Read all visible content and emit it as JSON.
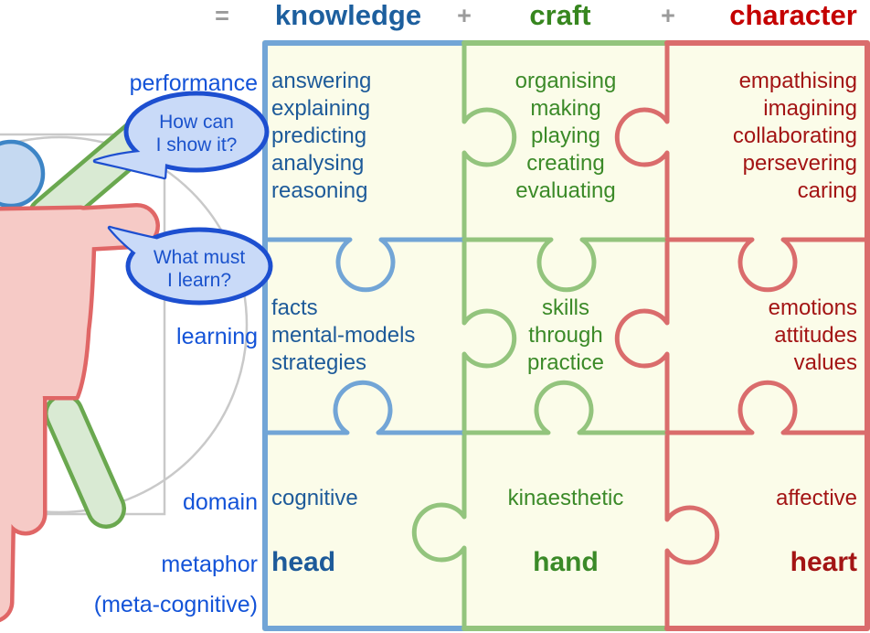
{
  "title": "knowledge + craft + character learning puzzle diagram",
  "colors": {
    "border_knowledge": "#72a5d6",
    "border_craft": "#93c47d",
    "border_character": "#da6c6c",
    "cell_background": "#fbfce9",
    "knowledge_text": "#1d5a99",
    "craft_text": "#3b8a28",
    "character_text": "#a31414",
    "character_header": "#c40000",
    "row_label_blue": "#1353d8",
    "operator_gray": "#9b9b9b"
  },
  "header": {
    "equals": "=",
    "knowledge": "knowledge",
    "plus1": "+",
    "craft": "craft",
    "plus2": "+",
    "character": "character"
  },
  "row_labels": {
    "performance": "performance",
    "learning": "learning",
    "domain": "domain",
    "metaphor": "metaphor",
    "meta_cognitive": "(meta-cognitive)"
  },
  "speech_bubbles": {
    "bubble1": {
      "line1": "How can",
      "line2": "I show it?"
    },
    "bubble2": {
      "line1": "What must",
      "line2": "I learn?"
    }
  },
  "icons": {
    "person_figure": "vitruvian-person-figure",
    "guide_circle": "proportion-circle",
    "guide_square": "proportion-square"
  },
  "puzzle": {
    "performance": {
      "knowledge": [
        "answering",
        "explaining",
        "predicting",
        "analysing",
        "reasoning"
      ],
      "craft": [
        "organising",
        "making",
        "playing",
        "creating",
        "evaluating"
      ],
      "character": [
        "empathising",
        "imagining",
        "collaborating",
        "persevering",
        "caring"
      ]
    },
    "learning": {
      "knowledge": [
        "facts",
        "mental-models",
        "strategies"
      ],
      "craft": [
        "skills",
        "through",
        "practice"
      ],
      "character": [
        "emotions",
        "attitudes",
        "values"
      ]
    },
    "domain": {
      "knowledge": "cognitive",
      "craft": "kinaesthetic",
      "character": "affective"
    },
    "metaphor": {
      "knowledge": "head",
      "craft": "hand",
      "character": "heart"
    }
  }
}
